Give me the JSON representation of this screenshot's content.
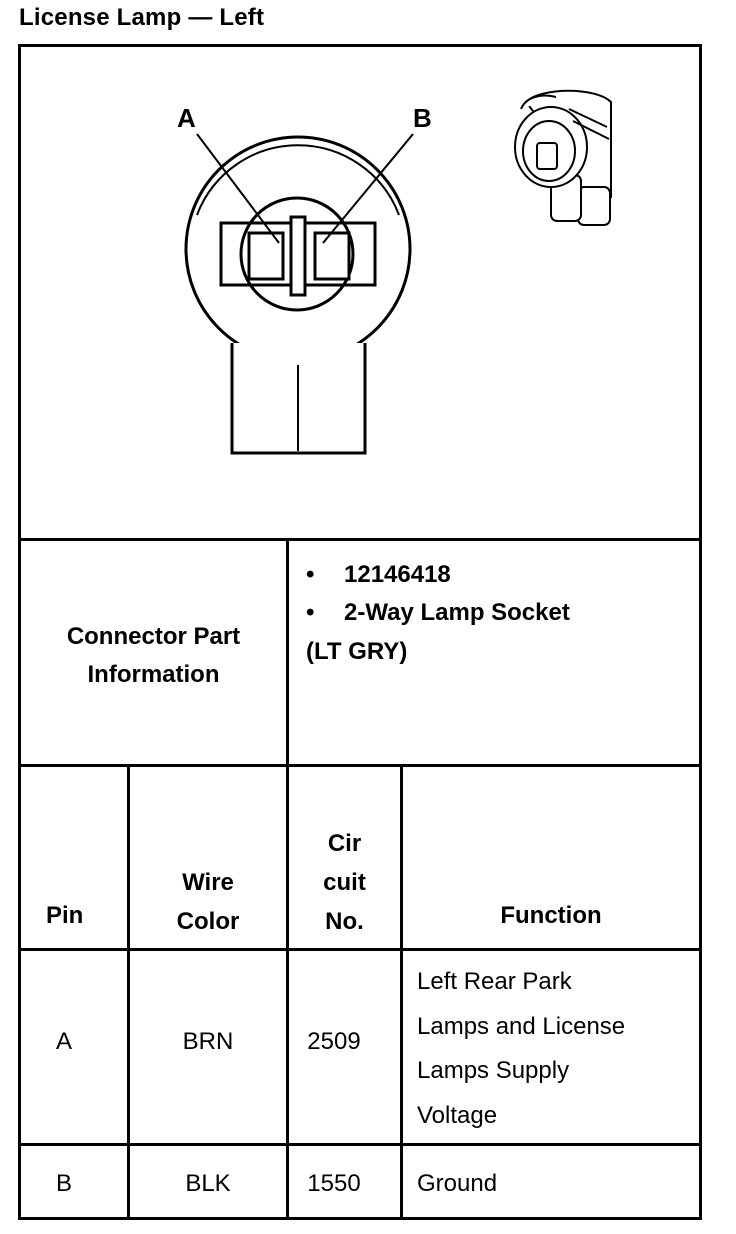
{
  "title": "License Lamp — Left",
  "diagram": {
    "pin_a_label": "A",
    "pin_b_label": "B"
  },
  "connector": {
    "label_line1": "Connector Part",
    "label_line2": "Information",
    "bullet": "•",
    "part_number": "12146418",
    "description": "2-Way Lamp Socket",
    "color": "(LT GRY)"
  },
  "table": {
    "headers": {
      "pin": "Pin",
      "wire_color_1": "Wire",
      "wire_color_2": "Color",
      "circuit_1": "Cir",
      "circuit_2": "cuit",
      "circuit_3": "No.",
      "function": "Function"
    },
    "rows": [
      {
        "pin": "A",
        "wire_color": "BRN",
        "circuit": "2509",
        "function_lines": [
          "Left Rear Park",
          "Lamps and License",
          "Lamps Supply",
          "Voltage"
        ]
      },
      {
        "pin": "B",
        "wire_color": "BLK",
        "circuit": "1550",
        "function_lines": [
          "Ground"
        ]
      }
    ]
  }
}
